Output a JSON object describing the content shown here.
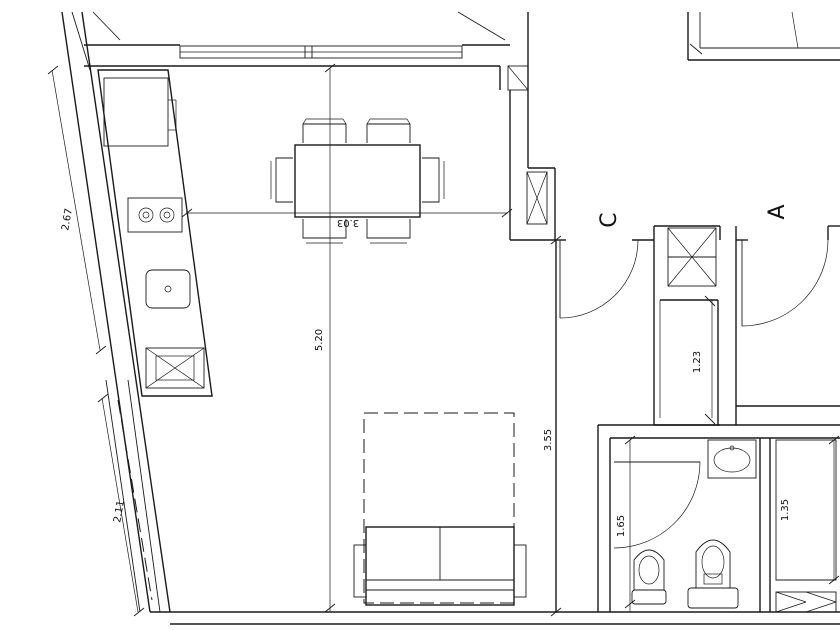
{
  "colors": {
    "line": "#1a1a1a",
    "background": "#ffffff"
  },
  "dimensions": {
    "kitchen_counter_length": "2.67",
    "window_width": "2.11",
    "room_width": "3.03",
    "room_length": "5.20",
    "corridor_length": "3.55",
    "entry_hall_length": "1.23",
    "bathroom_length": "1.65",
    "bathroom_width": "1.35"
  },
  "labels": {
    "door_c": "C",
    "door_a": "A"
  }
}
